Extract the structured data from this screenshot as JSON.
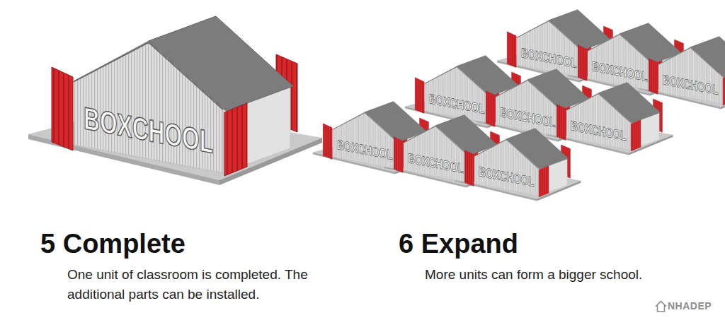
{
  "diagram": {
    "labels": [
      "BOXCHOOL",
      "BOXCHOOL",
      "BOXCHOOL",
      "BOXCHOOL",
      "BOXCHOOL",
      "BOXCHOOL",
      "BOXCHOOL",
      "BOXCHOOL",
      "BOXCHOOL",
      "BOXCHOOL",
      "5 Complete",
      "One unit of classroom is completed. The additional parts can be installed.",
      "6 Expand",
      "More units can form a bigger school.",
      "NHADEP"
    ]
  }
}
